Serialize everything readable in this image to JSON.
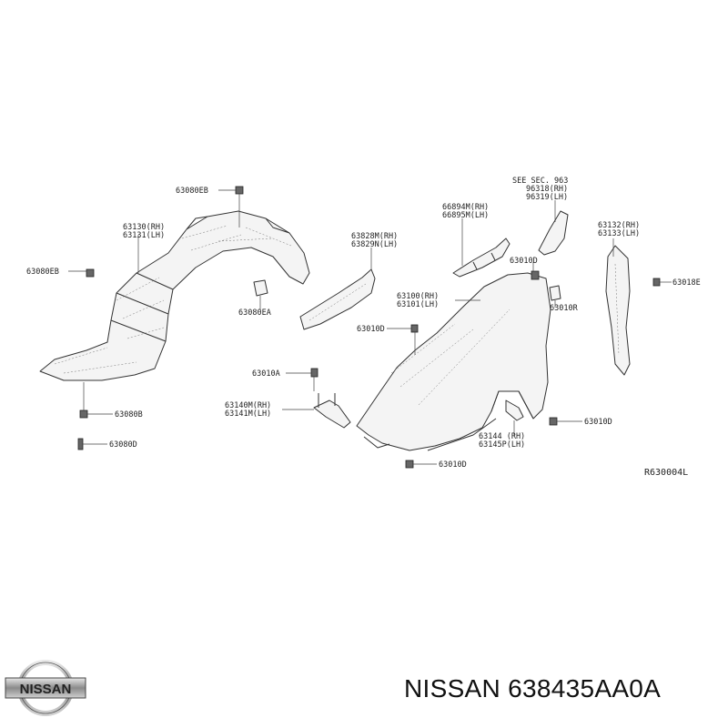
{
  "diagram": {
    "labels": {
      "l63080EB_top": "63080EB",
      "l63130": "63130(RH)",
      "l63131": "63131(LH)",
      "l63080EB_left": "63080EB",
      "l63080EA": "63080EA",
      "l63080B": "63080B",
      "l63080D": "63080D",
      "l63828M": "63828M(RH)",
      "l63829N": "63829N(LH)",
      "l63010D_mid": "63010D",
      "l63010A": "63010A",
      "l63140M": "63140M(RH)",
      "l63141M": "63141M(LH)",
      "l66894M": "66894M(RH)",
      "l66895M": "66895M(LH)",
      "l_see_sec": "SEE SEC. 963",
      "l96318": "96318(RH)",
      "l96319": "96319(LH)",
      "l63010D_top": "63010D",
      "l63100": "63100(RH)",
      "l63101": "63101(LH)",
      "l63010R": "63010R",
      "l63132": "63132(RH)",
      "l63133": "63133(LH)",
      "l63018E": "63018E",
      "l63010D_right": "63010D",
      "l63144": "63144 (RH)",
      "l63145P": "63145P(LH)",
      "l63010D_bottom": "63010D",
      "ref": "R630004L"
    }
  },
  "brand": {
    "logo_text": "NISSAN"
  },
  "caption": "NISSAN 638435AA0A"
}
